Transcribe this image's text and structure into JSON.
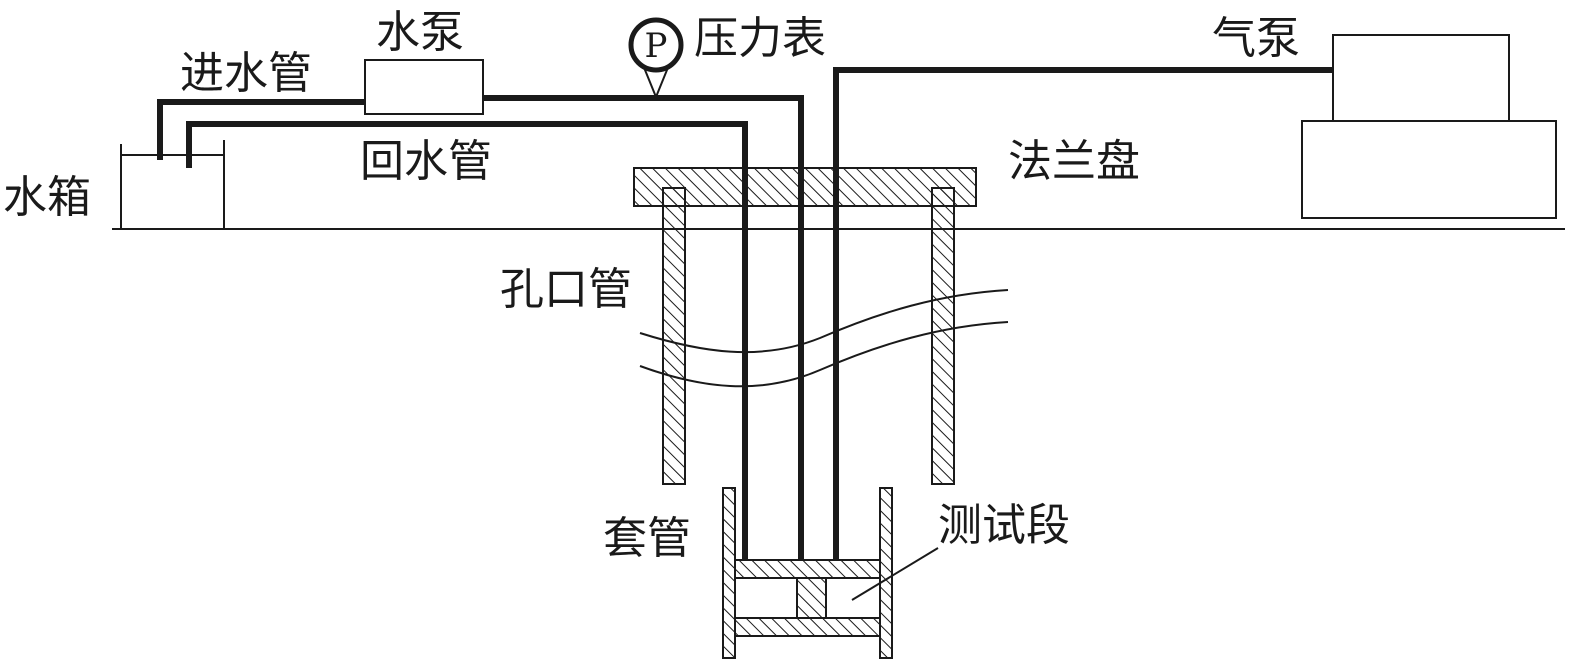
{
  "labels": {
    "inlet_pipe": "进水管",
    "water_pump": "水泵",
    "pressure_gauge": "压力表",
    "air_pump": "气泵",
    "water_tank": "水箱",
    "return_pipe": "回水管",
    "flange": "法兰盘",
    "hole_pipe": "孔口管",
    "casing": "套管",
    "test_section": "测试段"
  },
  "gauge": {
    "letter": "P"
  },
  "colors": {
    "line": "#1a1a1a",
    "background": "#ffffff"
  }
}
